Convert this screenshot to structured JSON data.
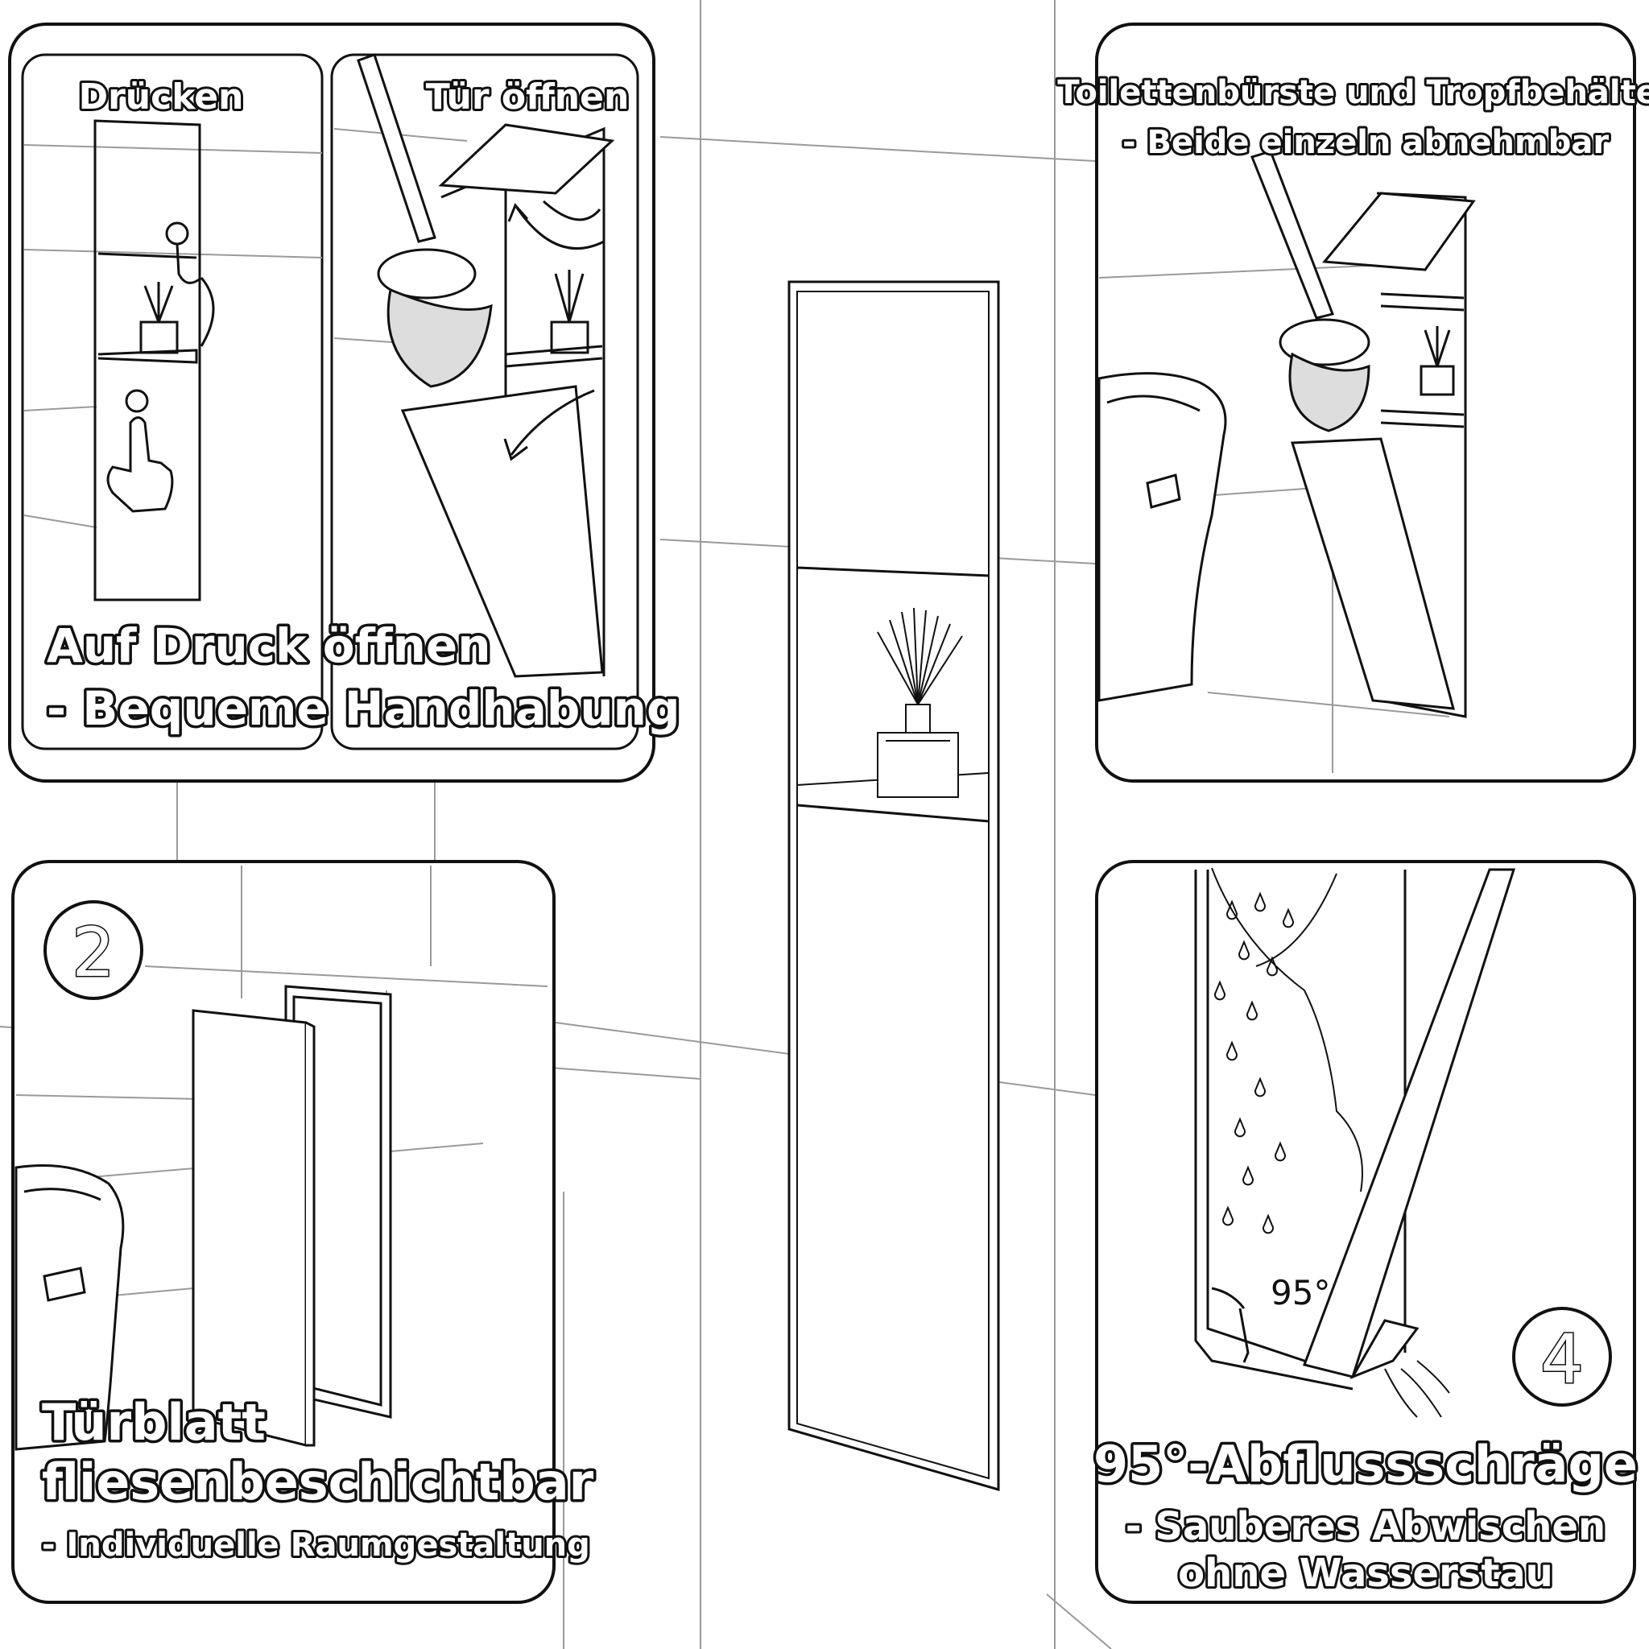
{
  "panels": {
    "press_open": {
      "label_press": "Drücken",
      "label_open_door": "Tür öffnen",
      "title": "Auf Druck öffnen",
      "subtitle": "- Bequeme Handhabung"
    },
    "removable": {
      "title": "Toilettenbürste und Tropfbehälter",
      "subtitle": "- Beide einzeln abnehmbar"
    },
    "tileable": {
      "number": "2",
      "title_line1": "Türblatt",
      "title_line2": "fliesenbeschichtbar",
      "subtitle": "- Individuelle Raumgestaltung"
    },
    "drain": {
      "number": "4",
      "angle": "95°",
      "title": "95°-Abflussschräge",
      "subtitle_line1": "- Sauberes Abwischen",
      "subtitle_line2": "ohne Wasserstau"
    }
  },
  "colors": {
    "line": "#111111",
    "background": "#ffffff",
    "tile": "#9a9a9a"
  }
}
